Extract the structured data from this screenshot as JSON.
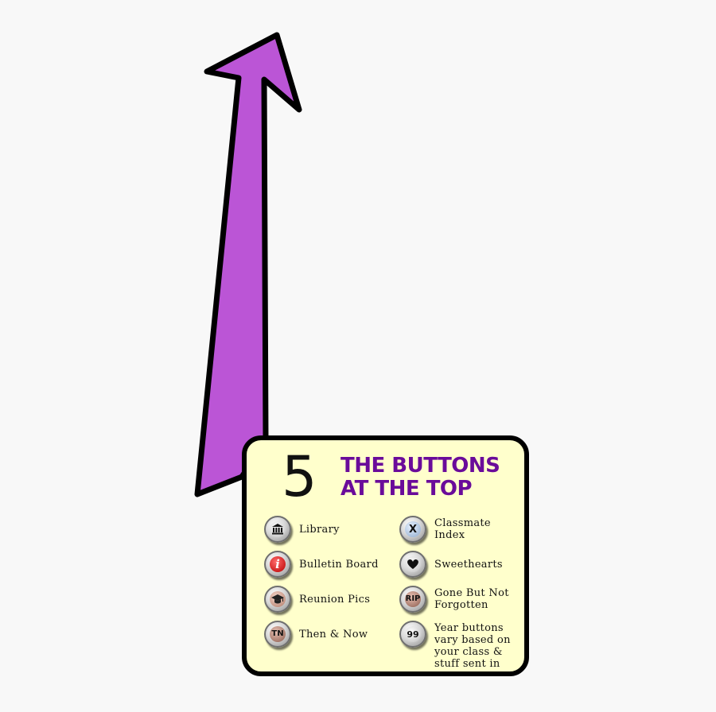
{
  "panel": {
    "number": "5",
    "heading_line1": "THE BUTTONS",
    "heading_line2": "AT THE TOP"
  },
  "buttons": [
    {
      "name": "library",
      "icon": "building-icon",
      "badge": "",
      "label": "Library"
    },
    {
      "name": "classmate-index",
      "icon": "x-icon",
      "badge": "X",
      "label": "Classmate Index"
    },
    {
      "name": "bulletin-board",
      "icon": "info-icon",
      "badge": "i",
      "label": "Bulletin Board"
    },
    {
      "name": "sweethearts",
      "icon": "heart-icon",
      "badge": "",
      "label": "Sweethearts"
    },
    {
      "name": "reunion-pics",
      "icon": "graduation-cap-icon",
      "badge": "",
      "label": "Reunion Pics"
    },
    {
      "name": "gone-but-not-forgotten",
      "icon": "rip-icon",
      "badge": "RIP",
      "label": "Gone But Not Forgotten"
    },
    {
      "name": "then-and-now",
      "icon": "tn-icon",
      "badge": "TN",
      "label": "Then & Now"
    },
    {
      "name": "year-buttons",
      "icon": "year-99-icon",
      "badge": "99",
      "label": "Year buttons vary based on your class & stuff sent in"
    }
  ],
  "colors": {
    "arrow_fill": "#bb55d6",
    "heading": "#6a0b9a",
    "panel_bg": "#ffffcc",
    "page_bg": "#f8f8f8"
  }
}
